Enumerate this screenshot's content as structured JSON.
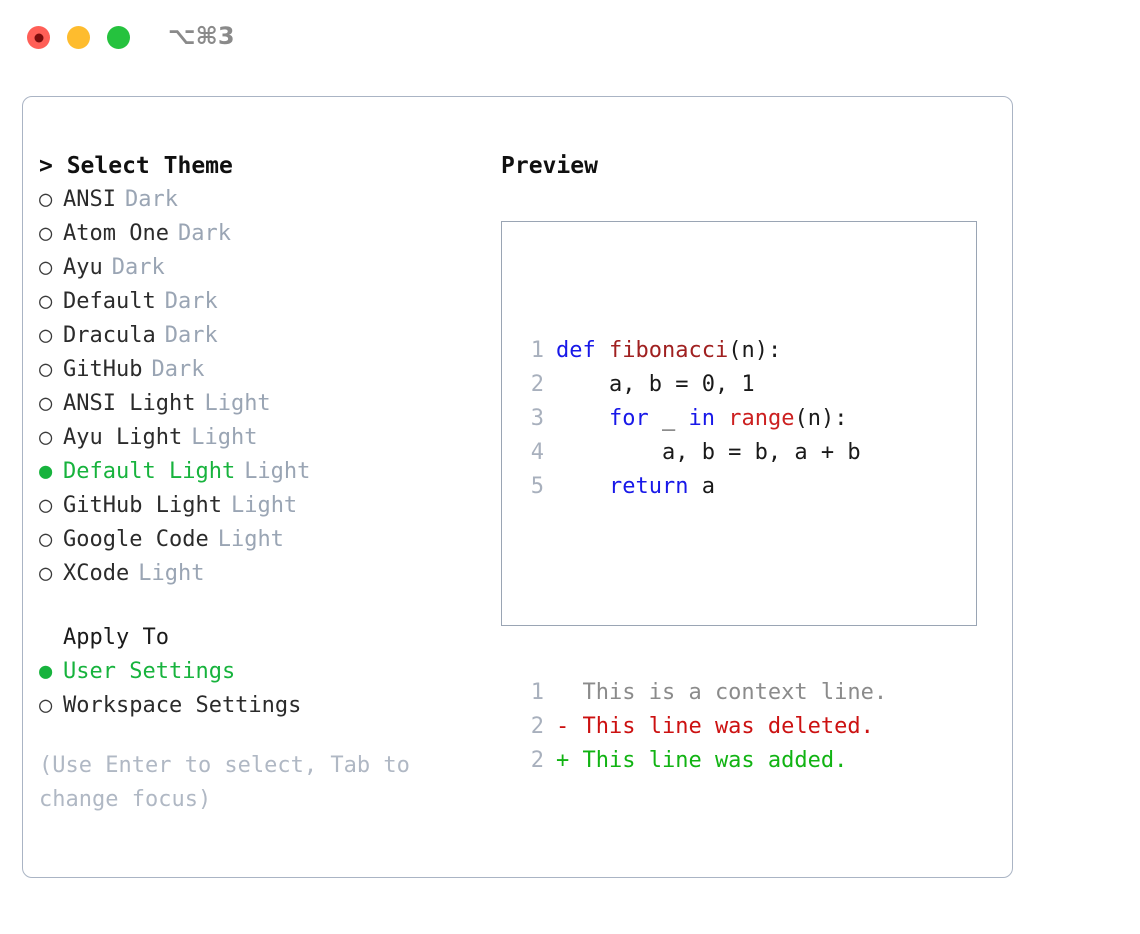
{
  "window": {
    "shortcut": "⌥⌘3",
    "traffic_lights": [
      {
        "name": "close",
        "color": "#ff5f57"
      },
      {
        "name": "minimize",
        "color": "#febc2e"
      },
      {
        "name": "maximize",
        "color": "#25c23e"
      }
    ]
  },
  "colors": {
    "accent_green": "#17b33d",
    "badge_gray": "#9aa5b4",
    "hint_gray": "#b0b8c4",
    "panel_border": "#aab4c4",
    "preview_border": "#9aa5b4",
    "keyword_blue": "#1818e8",
    "function_red": "#a02020",
    "diff_delete_red": "#cc1111",
    "diff_add_green": "#11b313",
    "line_number_gray": "#a8b0bd"
  },
  "theme_panel": {
    "header": "> Select Theme",
    "options": [
      {
        "marker": "○",
        "label": "ANSI",
        "badge": "Dark",
        "selected": false
      },
      {
        "marker": "○",
        "label": "Atom One",
        "badge": "Dark",
        "selected": false
      },
      {
        "marker": "○",
        "label": "Ayu",
        "badge": "Dark",
        "selected": false
      },
      {
        "marker": "○",
        "label": "Default",
        "badge": "Dark",
        "selected": false
      },
      {
        "marker": "○",
        "label": "Dracula",
        "badge": "Dark",
        "selected": false
      },
      {
        "marker": "○",
        "label": "GitHub",
        "badge": "Dark",
        "selected": false
      },
      {
        "marker": "○",
        "label": "ANSI Light",
        "badge": "Light",
        "selected": false
      },
      {
        "marker": "○",
        "label": "Ayu Light",
        "badge": "Light",
        "selected": false
      },
      {
        "marker": "●",
        "label": "Default Light",
        "badge": "Light",
        "selected": true
      },
      {
        "marker": "○",
        "label": "GitHub Light",
        "badge": "Light",
        "selected": false
      },
      {
        "marker": "○",
        "label": "Google Code",
        "badge": "Light",
        "selected": false
      },
      {
        "marker": "○",
        "label": "XCode",
        "badge": "Light",
        "selected": false
      }
    ],
    "apply_to": {
      "header": "Apply To",
      "options": [
        {
          "marker": "●",
          "label": "User Settings",
          "selected": true
        },
        {
          "marker": "○",
          "label": "Workspace Settings",
          "selected": false
        }
      ]
    },
    "hint": "(Use Enter to select, Tab to change focus)"
  },
  "preview_panel": {
    "title": "Preview",
    "code_lines": [
      {
        "number": "1",
        "tokens": [
          {
            "text": "def",
            "kind": "kw"
          },
          {
            "text": " ",
            "kind": "plain"
          },
          {
            "text": "fibonacci",
            "kind": "fn"
          },
          {
            "text": "(n):",
            "kind": "plain"
          }
        ]
      },
      {
        "number": "2",
        "tokens": [
          {
            "text": "    a, b = 0, 1",
            "kind": "plain"
          }
        ]
      },
      {
        "number": "3",
        "tokens": [
          {
            "text": "    ",
            "kind": "plain"
          },
          {
            "text": "for",
            "kind": "kw"
          },
          {
            "text": " _ ",
            "kind": "plain"
          },
          {
            "text": "in",
            "kind": "kw"
          },
          {
            "text": " ",
            "kind": "plain"
          },
          {
            "text": "range",
            "kind": "fn2"
          },
          {
            "text": "(n):",
            "kind": "plain"
          }
        ]
      },
      {
        "number": "4",
        "tokens": [
          {
            "text": "        a, b = b, a + b",
            "kind": "plain"
          }
        ]
      },
      {
        "number": "5",
        "tokens": [
          {
            "text": "    ",
            "kind": "plain"
          },
          {
            "text": "return",
            "kind": "kw"
          },
          {
            "text": " a",
            "kind": "plain"
          }
        ]
      }
    ],
    "diff_lines": [
      {
        "number": "1",
        "tokens": [
          {
            "text": "  This is a context line.",
            "kind": "ctx"
          }
        ]
      },
      {
        "number": "2",
        "tokens": [
          {
            "text": "- This line was deleted.",
            "kind": "del"
          }
        ]
      },
      {
        "number": "2",
        "tokens": [
          {
            "text": "+ This line was added.",
            "kind": "add"
          }
        ]
      }
    ]
  }
}
